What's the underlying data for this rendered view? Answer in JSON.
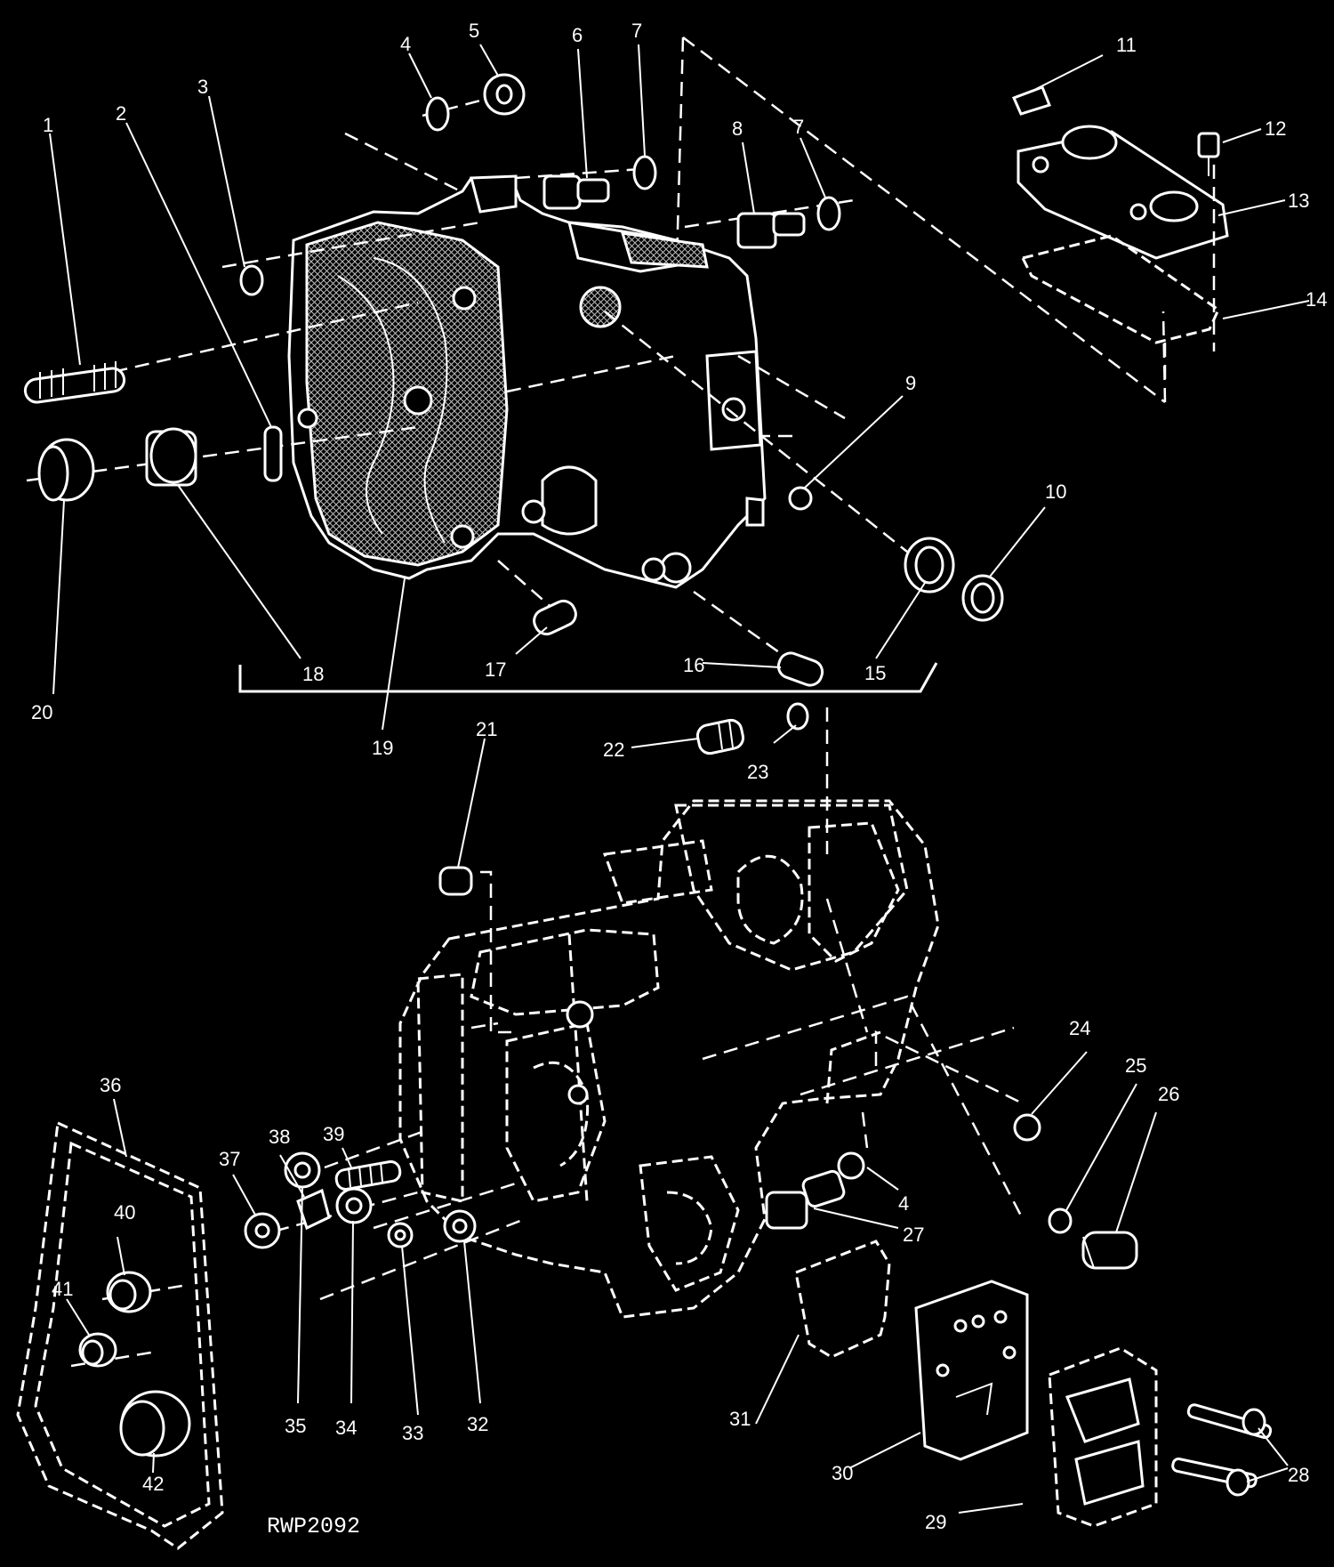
{
  "diagram": {
    "callouts": [
      "1",
      "2",
      "3",
      "4",
      "5",
      "6",
      "7",
      "7",
      "8",
      "9",
      "10",
      "11",
      "12",
      "13",
      "14",
      "15",
      "16",
      "17",
      "18",
      "19",
      "20",
      "21",
      "22",
      "23",
      "24",
      "25",
      "26",
      "4",
      "27",
      "28",
      "29",
      "30",
      "31",
      "32",
      "33",
      "34",
      "35",
      "36",
      "37",
      "38",
      "39",
      "40",
      "41",
      "42"
    ],
    "figure_code": "RWP2092"
  }
}
